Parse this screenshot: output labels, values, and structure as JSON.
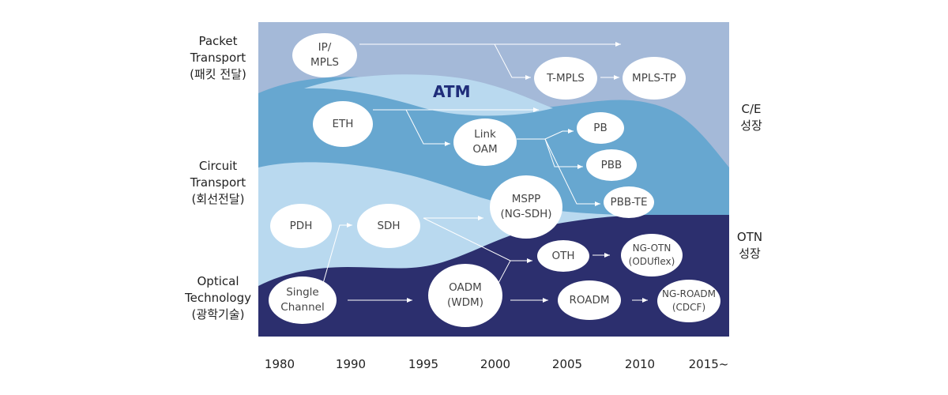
{
  "side_labels": {
    "packet": "Packet\nTransport\n(패킷 전달)",
    "circuit": "Circuit\nTransport\n(회선전달)",
    "optical": "Optical\nTechnology\n(광학기술)",
    "ce": "C/E\n성장",
    "otn": "OTN\n성장"
  },
  "years": [
    "1980",
    "1990",
    "1995",
    "2000",
    "2005",
    "2010",
    "2015~"
  ],
  "band_label": "ATM",
  "nodes": {
    "ip_mpls": "IP/\nMPLS",
    "t_mpls": "T-MPLS",
    "mpls_tp": "MPLS-TP",
    "eth": "ETH",
    "link_oam": "Link\nOAM",
    "pb": "PB",
    "pbb": "PBB",
    "pbb_te": "PBB-TE",
    "mspp": "MSPP\n(NG-SDH)",
    "pdh": "PDH",
    "sdh": "SDH",
    "oth": "OTH",
    "ng_otn": "NG-OTN\n(ODUflex)",
    "single_channel": "Single\nChannel",
    "oadm": "OADM\n(WDM)",
    "roadm": "ROADM",
    "ng_roadm": "NG-ROADM\n(CDCF)"
  },
  "colors": {
    "packet_band": "#a4b9d8",
    "circuit_band": "#67a7d0",
    "light_band": "#b9d9ef",
    "optical_band": "#2c2f6e",
    "atm_text": "#1f2d7a"
  }
}
